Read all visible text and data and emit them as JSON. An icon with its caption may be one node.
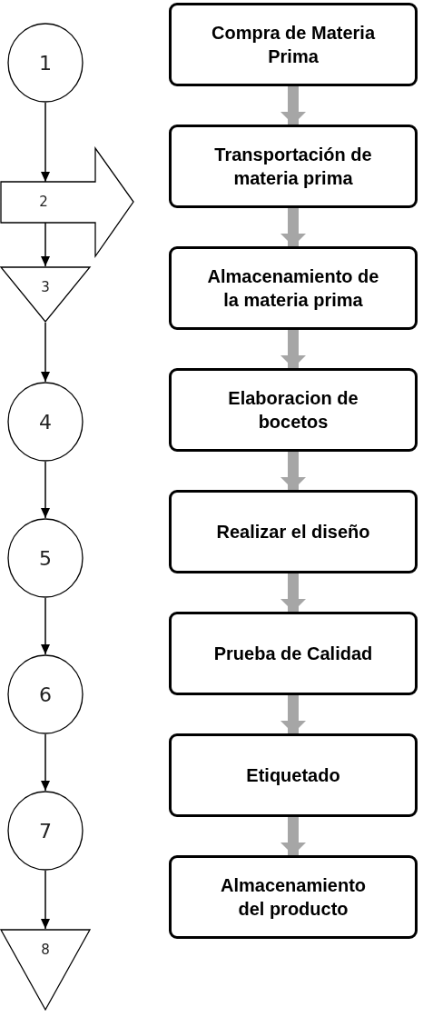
{
  "diagram": {
    "nodes": [
      {
        "text": [
          "1"
        ]
      },
      {
        "text": [
          "2"
        ]
      },
      {
        "text": [
          "3"
        ]
      },
      {
        "text": [
          "4"
        ]
      },
      {
        "text": [
          "5"
        ]
      },
      {
        "text": [
          "6"
        ]
      },
      {
        "text": [
          "7"
        ]
      },
      {
        "text": [
          "8"
        ]
      },
      {
        "text": [
          "Compra de Materia Prima"
        ]
      },
      {
        "text": [
          "Transportación de materia prima"
        ]
      },
      {
        "text": [
          "Almacenamiento de la materia prima"
        ]
      },
      {
        "text": [
          "Elaboracion de bocetos"
        ]
      },
      {
        "text": [
          "Realizar el diseño"
        ]
      },
      {
        "text": [
          "Prueba de Calidad"
        ]
      },
      {
        "text": [
          "Etiquetado"
        ]
      },
      {
        "text": [
          "Almacenamiento del producto"
        ]
      }
    ],
    "edges": [
      {
        "from": 0,
        "to": 1,
        "arrow": "to"
      },
      {
        "from": 1,
        "to": 2,
        "arrow": "to"
      },
      {
        "from": 2,
        "to": 3,
        "arrow": "to"
      },
      {
        "from": 3,
        "to": 4,
        "arrow": "to"
      },
      {
        "from": 4,
        "to": 5,
        "arrow": "to"
      },
      {
        "from": 5,
        "to": 6,
        "arrow": "to"
      },
      {
        "from": 6,
        "to": 7,
        "arrow": "to"
      },
      {
        "from": 8,
        "to": 9,
        "arrow": "to",
        "style": "thick",
        "color": "#a6a6a6"
      },
      {
        "from": 9,
        "to": 10,
        "arrow": "to",
        "style": "thick",
        "color": "#a6a6a6"
      },
      {
        "from": 10,
        "to": 11,
        "arrow": "to",
        "style": "thick",
        "color": "#a6a6a6"
      },
      {
        "from": 11,
        "to": 12,
        "arrow": "to",
        "style": "thick",
        "color": "#a6a6a6"
      },
      {
        "from": 12,
        "to": 13,
        "arrow": "to",
        "style": "thick",
        "color": "#a6a6a6"
      },
      {
        "from": 13,
        "to": 14,
        "arrow": "to",
        "style": "thick",
        "color": "#a6a6a6"
      },
      {
        "from": 14,
        "to": 15,
        "arrow": "to",
        "style": "thick",
        "color": "#a6a6a6"
      }
    ]
  }
}
